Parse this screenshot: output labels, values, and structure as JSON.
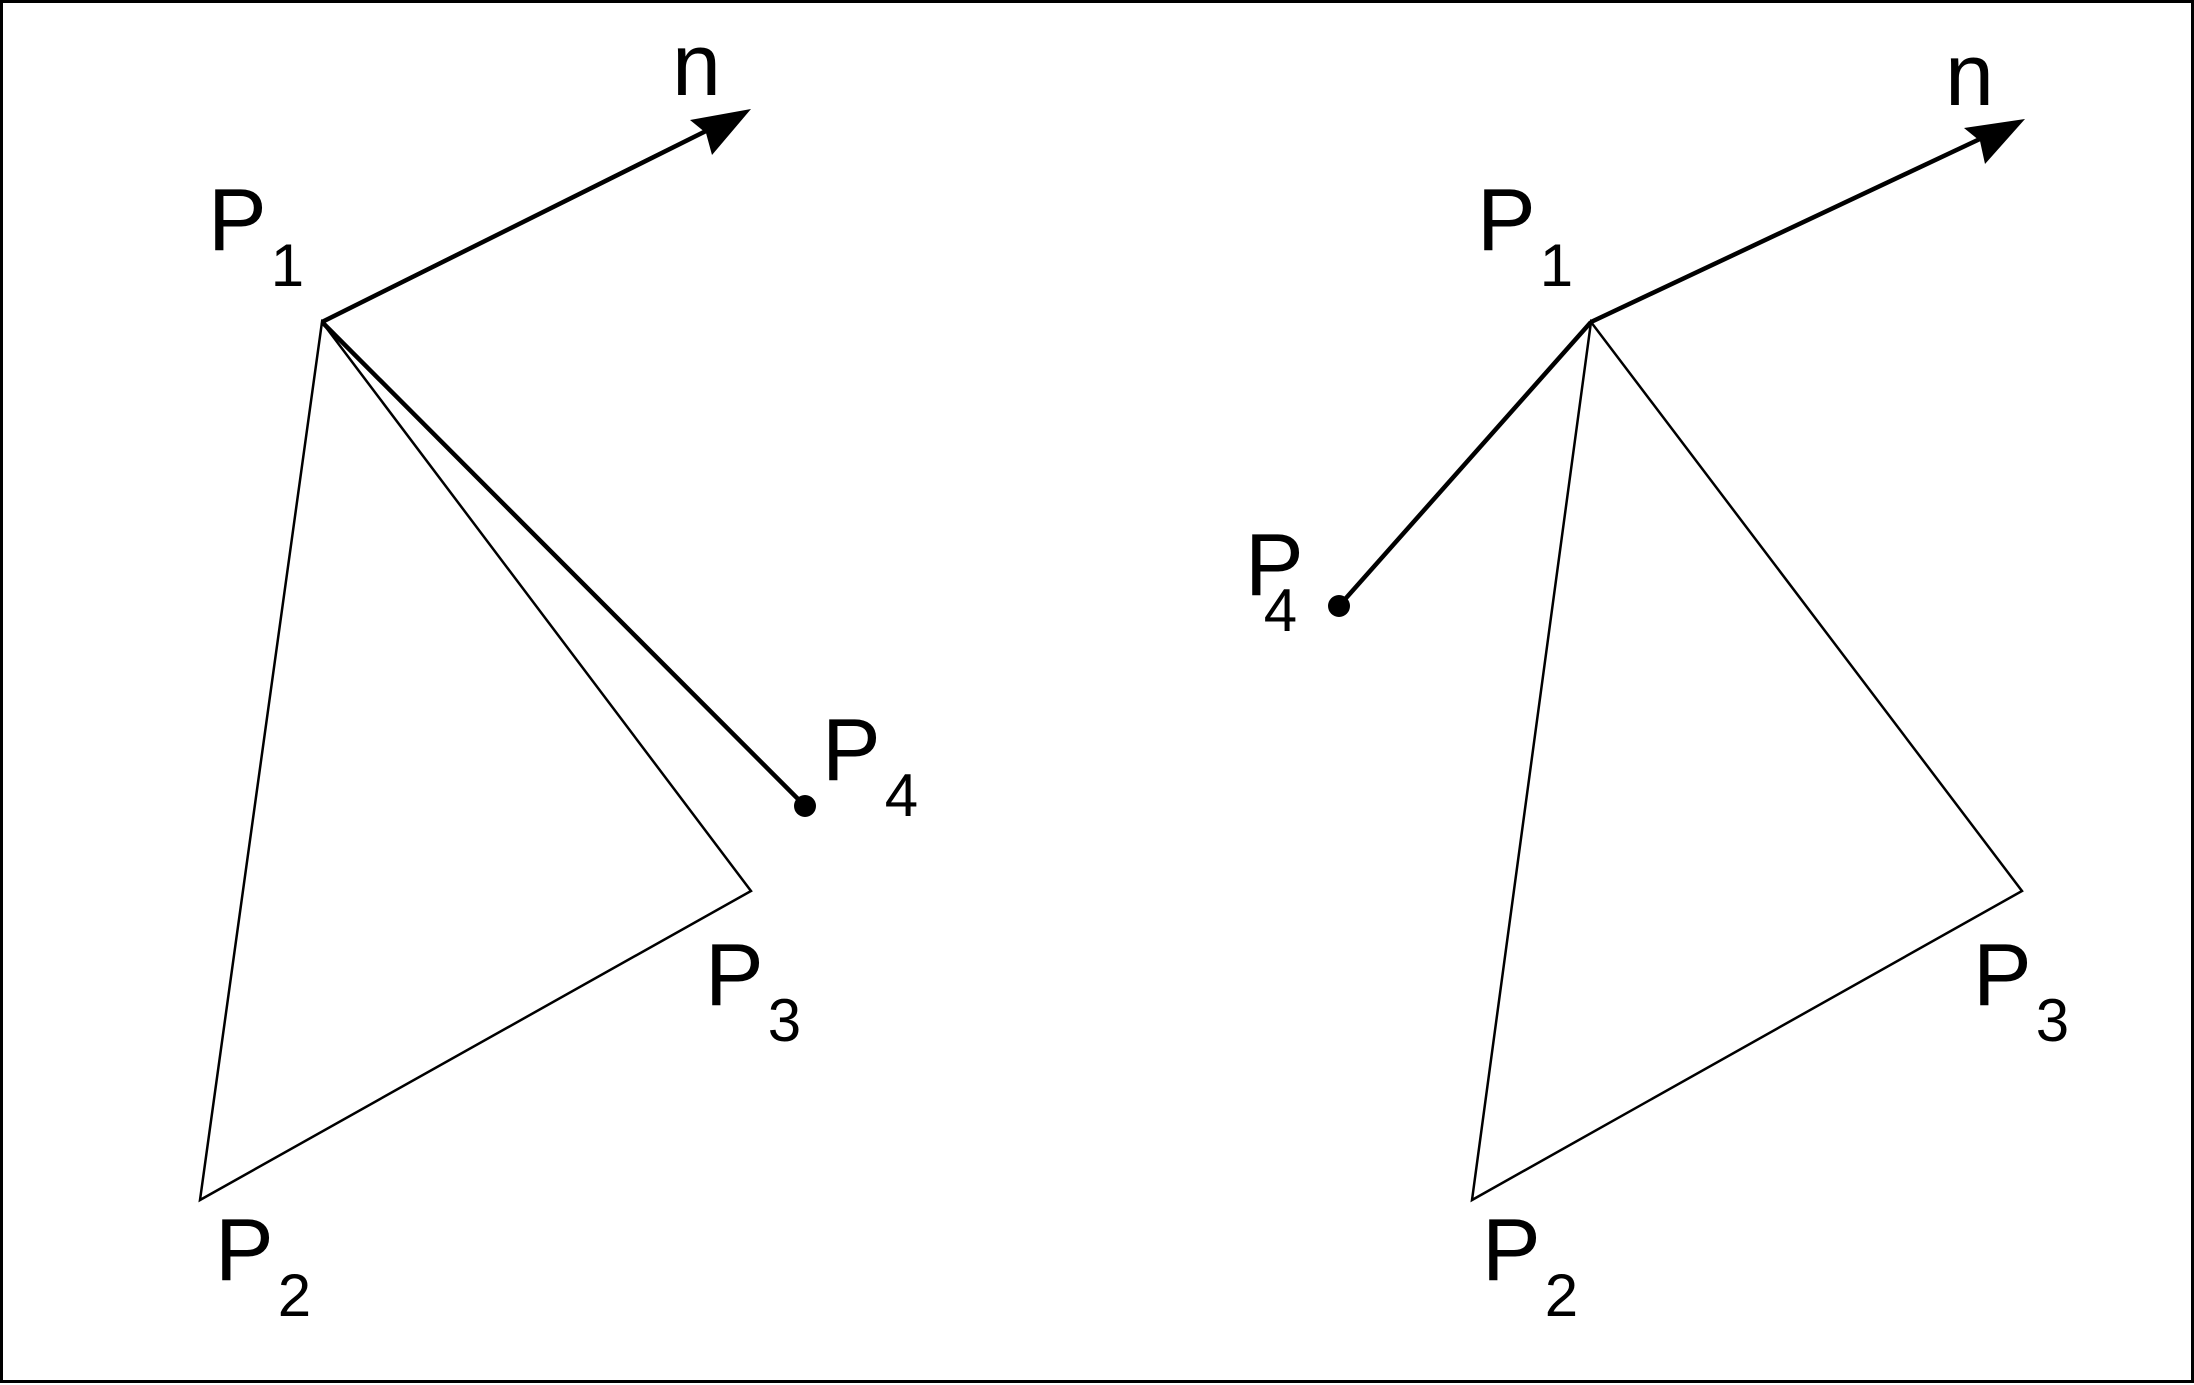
{
  "colors": {
    "stroke": "#000000",
    "background": "#ffffff"
  },
  "left_panel": {
    "normal_label": "n",
    "points": [
      {
        "name": "P",
        "sub": "1"
      },
      {
        "name": "P",
        "sub": "2"
      },
      {
        "name": "P",
        "sub": "3"
      },
      {
        "name": "P",
        "sub": "4"
      }
    ]
  },
  "right_panel": {
    "normal_label": "n",
    "points": [
      {
        "name": "P",
        "sub": "1"
      },
      {
        "name": "P",
        "sub": "2"
      },
      {
        "name": "P",
        "sub": "3"
      },
      {
        "name": "P",
        "sub": "4"
      }
    ]
  }
}
